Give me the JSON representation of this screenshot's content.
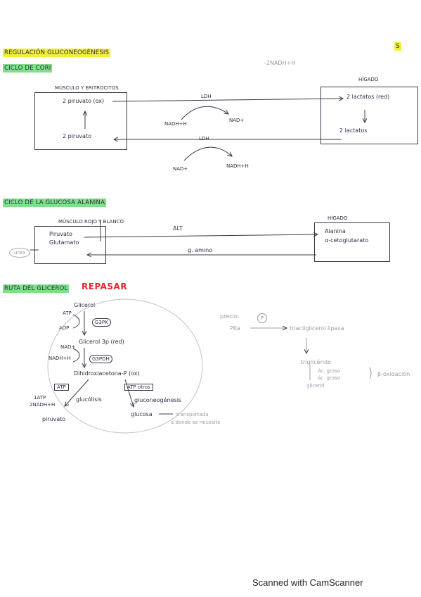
{
  "doc": {
    "title": "REGULACIÓN GLUCONEOGÉNESIS",
    "top_right_note": "-2NADH+H",
    "corner_mark": "S",
    "footer": "Scanned with CamScanner"
  },
  "cori": {
    "heading": "CICLO DE CORI",
    "left_caption": "MÚSCULO Y ERITROCITOS",
    "right_caption": "HÍGADO",
    "left_top": "2 piruvato (ox)",
    "left_bottom": "2 piruvato",
    "right_top": "2 lactatos (red)",
    "right_bottom": "2 lactatos",
    "top_enzyme": "LDH",
    "top_in": "NADH+H",
    "top_out": "NAD+",
    "bottom_enzyme": "LDH",
    "bottom_in": "NAD+",
    "bottom_out": "NADH+H"
  },
  "alanine": {
    "heading": "CICLO DE LA GLUCOSA ALANINA",
    "left_caption": "MÚSCULO ROJO Y BLANCO",
    "right_caption": "HÍGADO",
    "left_line1": "Piruvato",
    "left_line2": "Glutamato",
    "right_line1": "Alanina",
    "right_line2": "α-cetoglutarato",
    "enzyme": "ALT",
    "mid_label": "g. amino",
    "side_note": "urea"
  },
  "glycerol": {
    "heading": "RUTA DEL GLICEROL",
    "tag": "REPASAR",
    "glicerol": "Glicerol",
    "atp": "ATP",
    "adp": "ADP",
    "enzyme1": "G3PK",
    "g3p": "Glicerol 3p (red)",
    "nad": "NAD+",
    "nadh": "NADH+H",
    "enzyme2": "G3PDH",
    "dhap": "Dihidroxiacetona-P (ox)",
    "atp_box": "ATP",
    "atp_otros": "ATP otros",
    "atp_yield_1": "1ATP",
    "atp_yield_2": "2NADH+H",
    "glucolisis": "glucólisis",
    "gluconeo": "gluconeogénesis",
    "piruvato": "piruvato",
    "glucosa": "glucosa",
    "transport_note_1": "transportada",
    "transport_note_2": "a donde se necesite",
    "right_prefix": "precio:",
    "p_circle": "P",
    "pka": "PKa",
    "lipasa": "triacilglicerol lipasa",
    "triglic": "triglicérido",
    "ac_graso_1": "ác. graso",
    "ac_graso_2": "ác. graso",
    "beta_ox": "β-oxidación",
    "glicerol_small": "glicerol"
  }
}
